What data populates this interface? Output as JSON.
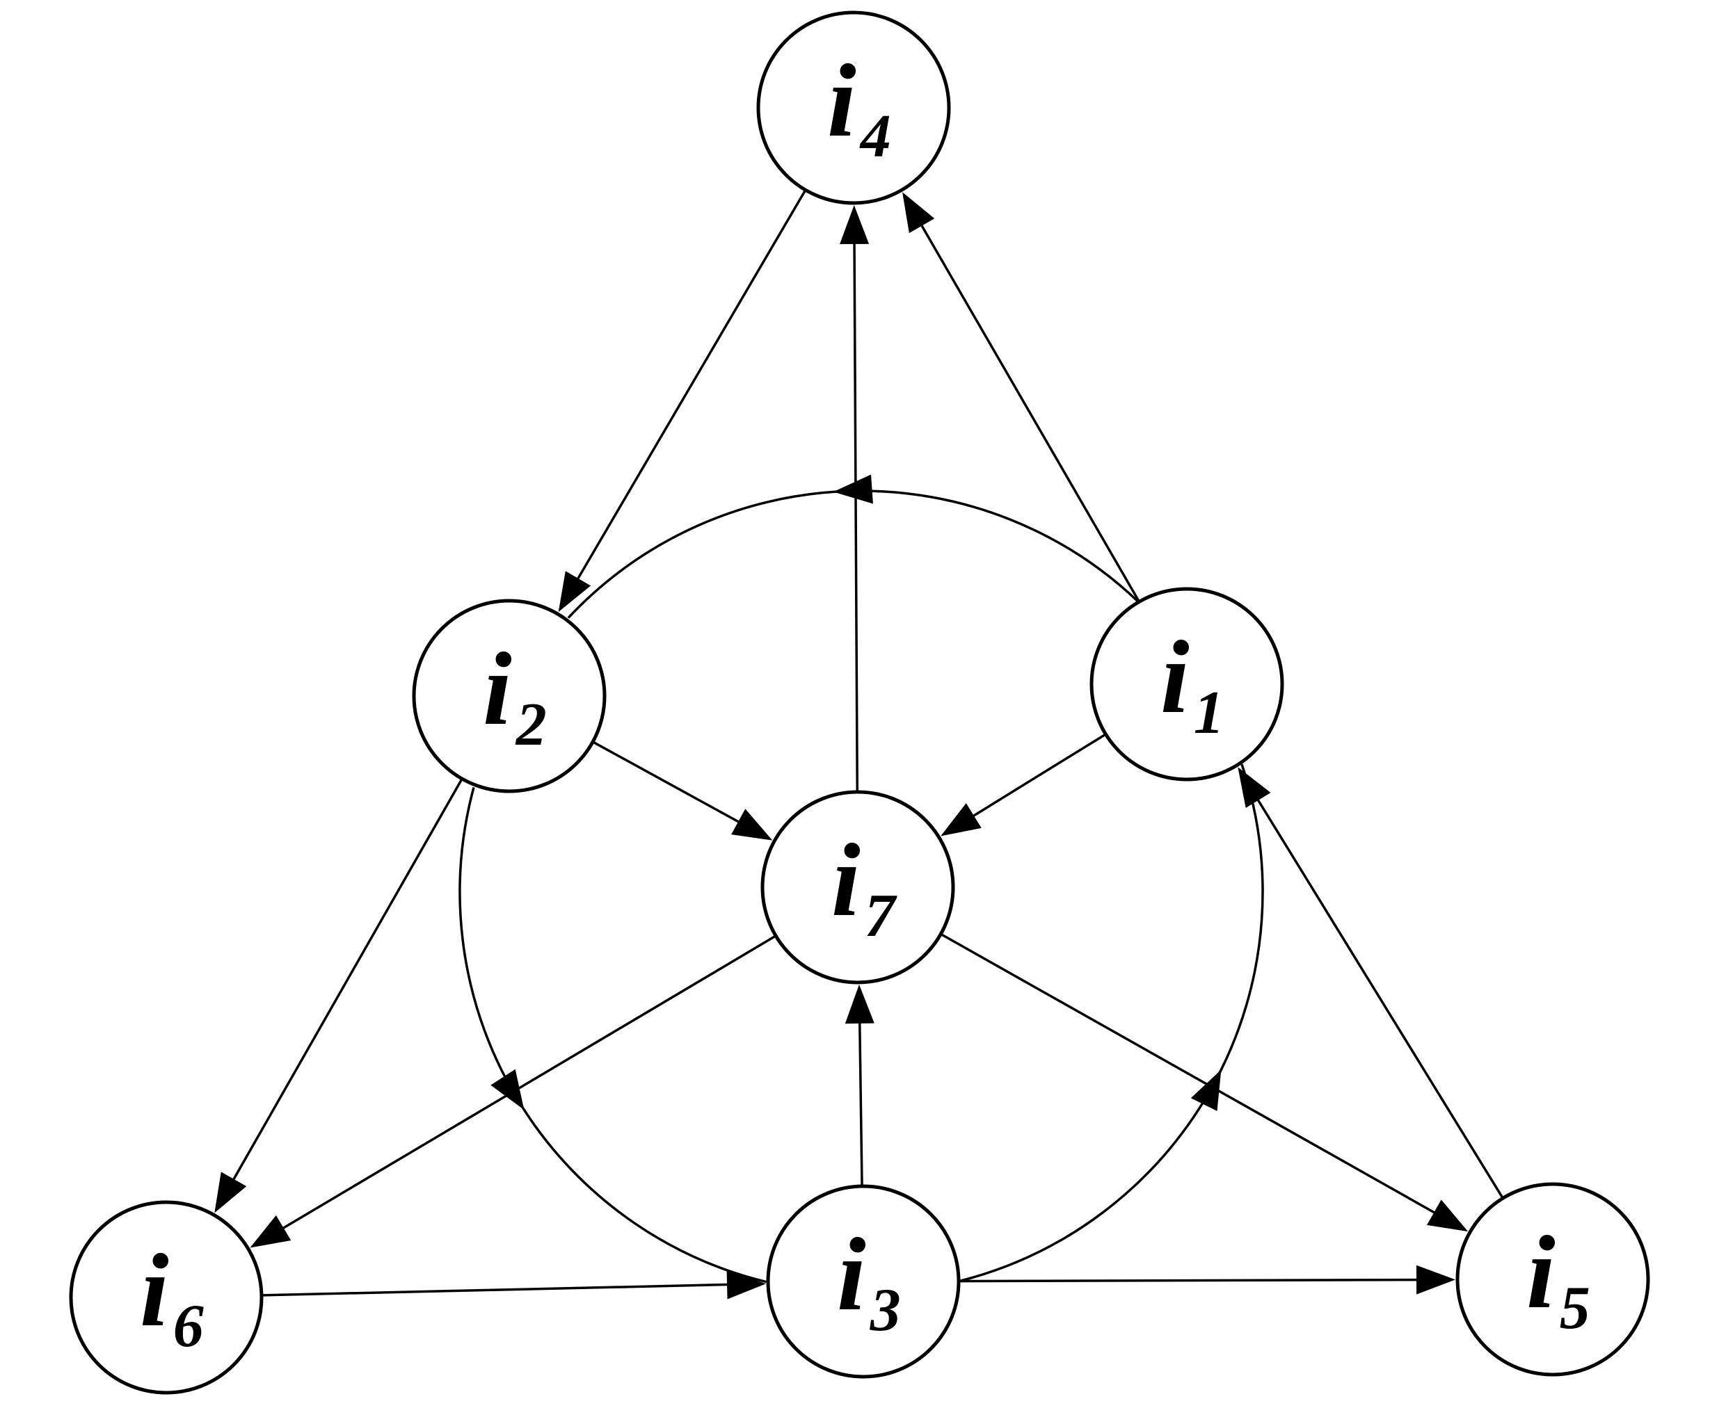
{
  "nodes": [
    {
      "id": "l1",
      "symbol": "i",
      "sub": "1"
    },
    {
      "id": "l2",
      "symbol": "i",
      "sub": "2"
    },
    {
      "id": "l3",
      "symbol": "i",
      "sub": "3"
    },
    {
      "id": "l4",
      "symbol": "i",
      "sub": "4"
    },
    {
      "id": "l5",
      "symbol": "i",
      "sub": "5"
    },
    {
      "id": "l6",
      "symbol": "i",
      "sub": "6"
    },
    {
      "id": "l7",
      "symbol": "i",
      "sub": "7"
    }
  ],
  "edges": [
    {
      "from": "l4",
      "to": "l2"
    },
    {
      "from": "l1",
      "to": "l4"
    },
    {
      "from": "l7",
      "to": "l4"
    },
    {
      "from": "l2",
      "to": "l7"
    },
    {
      "from": "l1",
      "to": "l7"
    },
    {
      "from": "l3",
      "to": "l7"
    },
    {
      "from": "l2",
      "to": "l6"
    },
    {
      "from": "l7",
      "to": "l6"
    },
    {
      "from": "l7",
      "to": "l5"
    },
    {
      "from": "l5",
      "to": "l1"
    },
    {
      "from": "l6",
      "to": "l3"
    },
    {
      "from": "l3",
      "to": "l5"
    },
    {
      "from": "l1",
      "to": "l2",
      "kind": "arc"
    },
    {
      "from": "l2",
      "to": "l3",
      "kind": "arc"
    },
    {
      "from": "l3",
      "to": "l1",
      "kind": "arc"
    }
  ]
}
